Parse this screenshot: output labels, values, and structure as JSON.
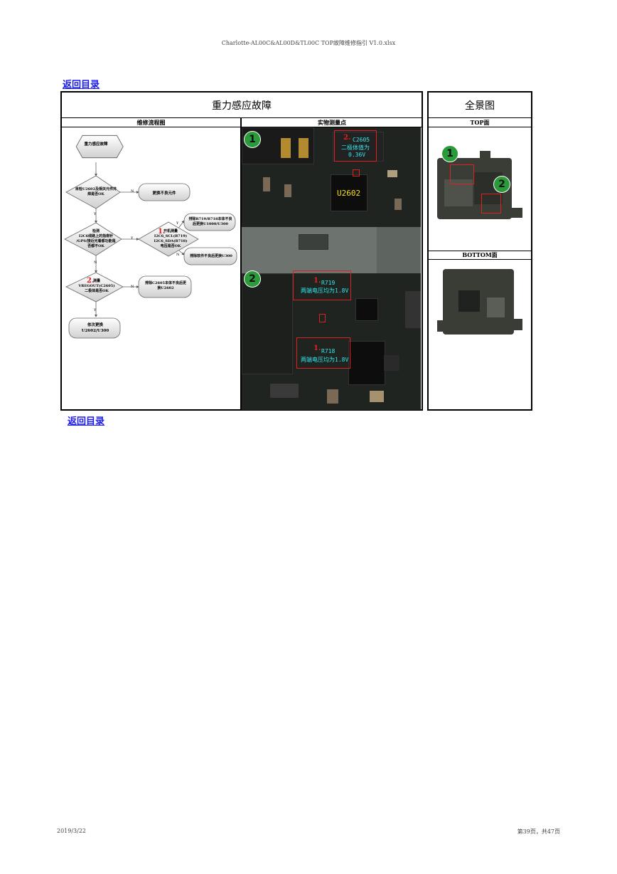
{
  "header": {
    "filename": "Charlotte-AL00C&AL00D&TL00C TOP故障维修指引 V1.0.xlsx"
  },
  "links": {
    "back_top": "返回目录",
    "back_bottom": "返回目录"
  },
  "table": {
    "main_title": "重力感应故障",
    "overview_title": "全景图",
    "col_flow": "维修流程图",
    "col_points": "实物测量点",
    "top_label": "TOP面",
    "bottom_label": "BOTTOM面"
  },
  "flow": {
    "start": "重力感应故障",
    "d1": "目检U2602及相关元件并\n焊是否OK",
    "a1": "更换不良元件",
    "d2": "检测\nI2C6线路上的指南针\n/GPS/接近光着都功能是\n否都不OK",
    "d3_num": "1.",
    "d3": "开机测量\nI2C6_SCL(R719)\nI2C6_SDA(R718)\n电压是否OK",
    "a3a": "排除R719/R718本体不良\n后更换U1000/U300",
    "a3b": "排除软件不良后更换U300",
    "d4_num": "2.",
    "d4": "测量\nVREGOUT(C2605)\n二极体是否OK",
    "a4": "排除C2605本体不良后更\n换U2602",
    "end": "依次更换\nU2602/U300",
    "y": "Y",
    "n": "N"
  },
  "photo": {
    "m1": "1",
    "m2": "2",
    "c2605_num": "2.",
    "c2605_ref": "C2605",
    "c2605_text": "二极体值为",
    "c2605_val": "0.36V",
    "u2602": "U2602",
    "r719_num": "1.",
    "r719_ref": "R719",
    "r719_text": "两端电压均为1.8V",
    "r718_num": "1.",
    "r718_ref": "R718",
    "r718_text": "两端电压均为1.8V"
  },
  "overview": {
    "m1": "1",
    "m2": "2"
  },
  "footer": {
    "date": "2019/3/22",
    "page": "第39页，共47页"
  },
  "colors": {
    "link": "#1a1aee",
    "marker_green": "#2a9a3a",
    "label_cyan": "#33e8f0",
    "highlight_red": "#e02020"
  }
}
